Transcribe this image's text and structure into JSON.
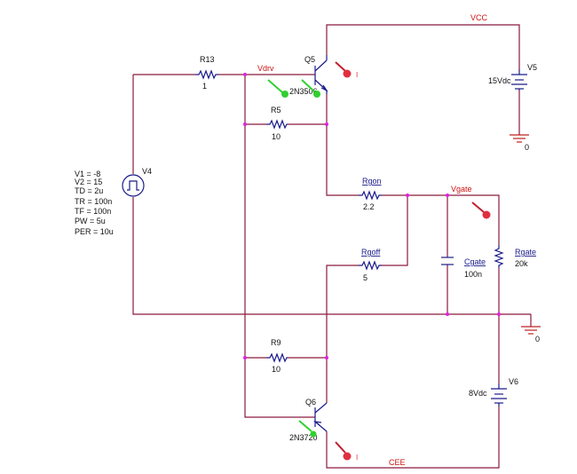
{
  "nets": {
    "vcc": "VCC",
    "cee": "CEE",
    "vdrv": "Vdrv",
    "vgate": "Vgate"
  },
  "components": {
    "r13": {
      "name": "R13",
      "value": "1"
    },
    "r5": {
      "name": "R5",
      "value": "10"
    },
    "r9": {
      "name": "R9",
      "value": "10"
    },
    "rgon": {
      "name": "Rgon",
      "value": "2.2"
    },
    "rgoff": {
      "name": "Rgoff",
      "value": "5"
    },
    "rgate": {
      "name": "Rgate",
      "value": "20k"
    },
    "cgate": {
      "name": "Cgate",
      "value": "100n"
    },
    "q5": {
      "name": "Q5",
      "model": "2N3506"
    },
    "q6": {
      "name": "Q6",
      "model": "2N3720"
    },
    "v5": {
      "name": "V5",
      "value": "15Vdc"
    },
    "v6": {
      "name": "V6",
      "value": "8Vdc"
    },
    "v4": {
      "name": "V4",
      "params": [
        "V1 = -8",
        "V2 = 15",
        "TD = 2u",
        "TR = 100n",
        "TF = 100n",
        "PW = 5u",
        "PER = 10u"
      ]
    }
  },
  "grounds": [
    "0",
    "0"
  ],
  "probe_marks": [
    "I",
    "I"
  ],
  "colors": {
    "wire": "#8b1a3c",
    "component": "#1a1a8c",
    "net_label": "#d01010",
    "junction": "#e020e0",
    "voltage_probe": "#30d030",
    "current_probe": "#e03040"
  }
}
